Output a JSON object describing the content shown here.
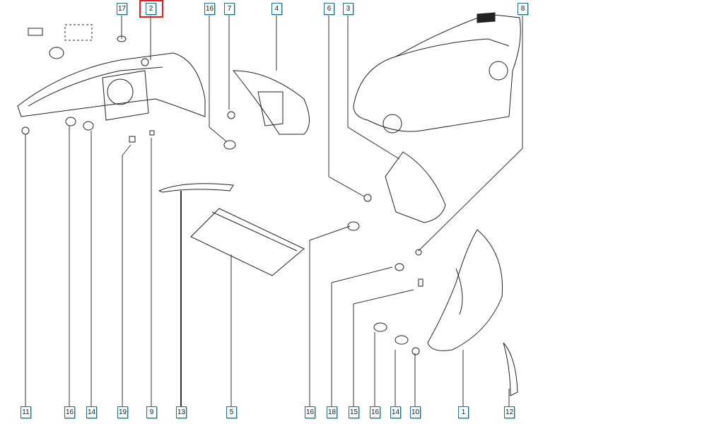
{
  "top_callouts": [
    {
      "num": "17"
    },
    {
      "num": "2",
      "highlighted": true
    },
    {
      "num": "16"
    },
    {
      "num": "7"
    },
    {
      "num": "4"
    },
    {
      "num": "6"
    },
    {
      "num": "3"
    },
    {
      "num": "8"
    }
  ],
  "bottom_callouts": [
    {
      "num": "11"
    },
    {
      "num": "16"
    },
    {
      "num": "14"
    },
    {
      "num": "19"
    },
    {
      "num": "9"
    },
    {
      "num": "13"
    },
    {
      "num": "5"
    },
    {
      "num": "16"
    },
    {
      "num": "18"
    },
    {
      "num": "15"
    },
    {
      "num": "16"
    },
    {
      "num": "14"
    },
    {
      "num": "10"
    },
    {
      "num": "1"
    },
    {
      "num": "12"
    }
  ],
  "highlight_color": "#e02020"
}
